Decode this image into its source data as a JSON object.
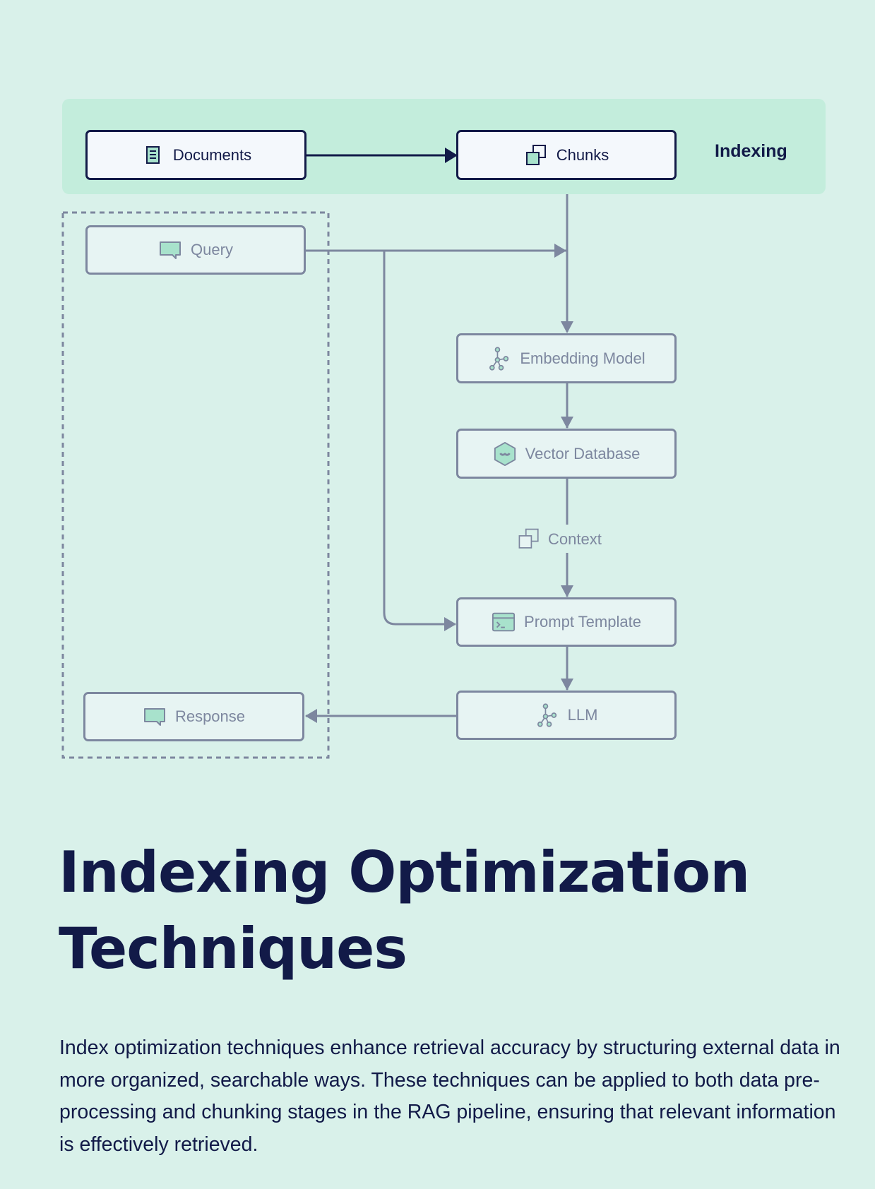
{
  "diagram": {
    "indexing_label": "Indexing",
    "nodes": {
      "documents": "Documents",
      "chunks": "Chunks",
      "query": "Query",
      "embedding_model": "Embedding Model",
      "vector_database": "Vector Database",
      "context": "Context",
      "prompt_template": "Prompt Template",
      "llm": "LLM",
      "response": "Response"
    },
    "icons": {
      "documents": "document-icon",
      "chunks": "stacked-squares-icon",
      "query": "chat-bubble-icon",
      "embedding_model": "network-graph-icon",
      "vector_database": "hexagon-database-icon",
      "context": "stacked-squares-icon",
      "prompt_template": "terminal-window-icon",
      "llm": "network-graph-icon",
      "response": "chat-bubble-icon"
    },
    "colors": {
      "background": "#d9f1ea",
      "indexing_band": "#c3eddc",
      "primary": "#121a48",
      "secondary": "#7d879f",
      "icon_fill": "#a8e2cc"
    }
  },
  "heading": "Indexing Optimization Techniques",
  "paragraph": "Index optimization techniques enhance retrieval accuracy by structuring external data in more organized, searchable ways. These techniques can be applied to both data pre-processing and chunking stages in the RAG pipeline, ensuring that relevant information is effectively retrieved."
}
